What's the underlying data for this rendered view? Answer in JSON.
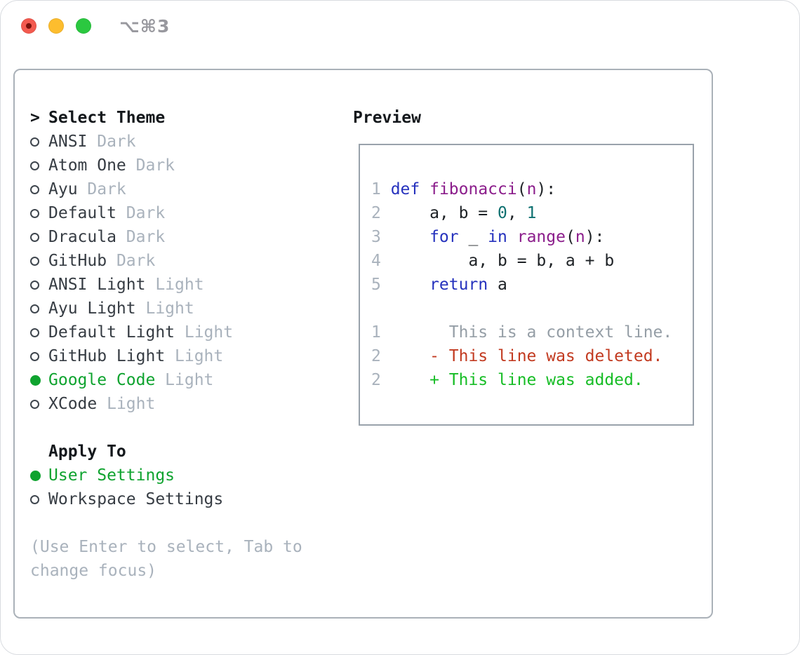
{
  "window": {
    "shortcut_label": "⌥⌘3"
  },
  "colors": {
    "header_text": "#14181c",
    "item_text": "#363c43",
    "muted_text": "#a9b2bc",
    "context_text": "#959ea6",
    "line_number": "#a9b2bc",
    "selected_green": "#0fa32f",
    "added_green": "#17bd26",
    "deleted_red": "#c23a20",
    "keyword_blue": "#2531bd",
    "function_purple": "#8b1d8b",
    "number_teal": "#0e7070",
    "plain_code": "#1d2125",
    "panel_border": "#aab1b8",
    "box_border": "#99a2ab",
    "traffic_red": "#f35a4f",
    "traffic_red_dot": "#7a120c",
    "traffic_yellow": "#fdbd2e",
    "traffic_green": "#2bc840",
    "title_gray": "#98989e"
  },
  "theme_picker": {
    "cursor": ">",
    "title": "Select Theme",
    "items": [
      {
        "name": "ANSI",
        "variant": "Dark",
        "selected": false
      },
      {
        "name": "Atom One",
        "variant": "Dark",
        "selected": false
      },
      {
        "name": "Ayu",
        "variant": "Dark",
        "selected": false
      },
      {
        "name": "Default",
        "variant": "Dark",
        "selected": false
      },
      {
        "name": "Dracula",
        "variant": "Dark",
        "selected": false
      },
      {
        "name": "GitHub",
        "variant": "Dark",
        "selected": false
      },
      {
        "name": "ANSI Light",
        "variant": "Light",
        "selected": false
      },
      {
        "name": "Ayu Light",
        "variant": "Light",
        "selected": false
      },
      {
        "name": "Default Light",
        "variant": "Light",
        "selected": false
      },
      {
        "name": "GitHub Light",
        "variant": "Light",
        "selected": false
      },
      {
        "name": "Google Code",
        "variant": "Light",
        "selected": true
      },
      {
        "name": "XCode",
        "variant": "Light",
        "selected": false
      }
    ]
  },
  "apply_to": {
    "title": "Apply To",
    "options": [
      {
        "label": "User Settings",
        "selected": true
      },
      {
        "label": "Workspace Settings",
        "selected": false
      }
    ]
  },
  "help_lines": [
    "(Use Enter to select, Tab to",
    "change focus)"
  ],
  "preview": {
    "title": "Preview",
    "lines": [
      {
        "num": "1",
        "segments": [
          [
            "def",
            "kw"
          ],
          [
            " ",
            "pln"
          ],
          [
            "fibonacci",
            "fn"
          ],
          [
            "(",
            "pln"
          ],
          [
            "n",
            "fn"
          ],
          [
            "):",
            "pln"
          ]
        ]
      },
      {
        "num": "2",
        "segments": [
          [
            "    a, b = ",
            "pln"
          ],
          [
            "0",
            "num"
          ],
          [
            ", ",
            "pln"
          ],
          [
            "1",
            "num"
          ]
        ]
      },
      {
        "num": "3",
        "segments": [
          [
            "    ",
            "pln"
          ],
          [
            "for",
            "kw"
          ],
          [
            " _ ",
            "pln"
          ],
          [
            "in",
            "kw"
          ],
          [
            " ",
            "pln"
          ],
          [
            "range",
            "fn"
          ],
          [
            "(",
            "pln"
          ],
          [
            "n",
            "fn"
          ],
          [
            "):",
            "pln"
          ]
        ]
      },
      {
        "num": "4",
        "segments": [
          [
            "        a, b = b, a + b",
            "pln"
          ]
        ]
      },
      {
        "num": "5",
        "segments": [
          [
            "    ",
            "pln"
          ],
          [
            "return",
            "kw"
          ],
          [
            " a",
            "pln"
          ]
        ]
      },
      {
        "num": "",
        "segments": []
      },
      {
        "num": "1",
        "segments": [
          [
            "      This is a context line.",
            "ctx"
          ]
        ]
      },
      {
        "num": "2",
        "segments": [
          [
            "    - This line was deleted.",
            "del"
          ]
        ]
      },
      {
        "num": "2",
        "segments": [
          [
            "    + This line was added.",
            "add"
          ]
        ]
      }
    ]
  }
}
